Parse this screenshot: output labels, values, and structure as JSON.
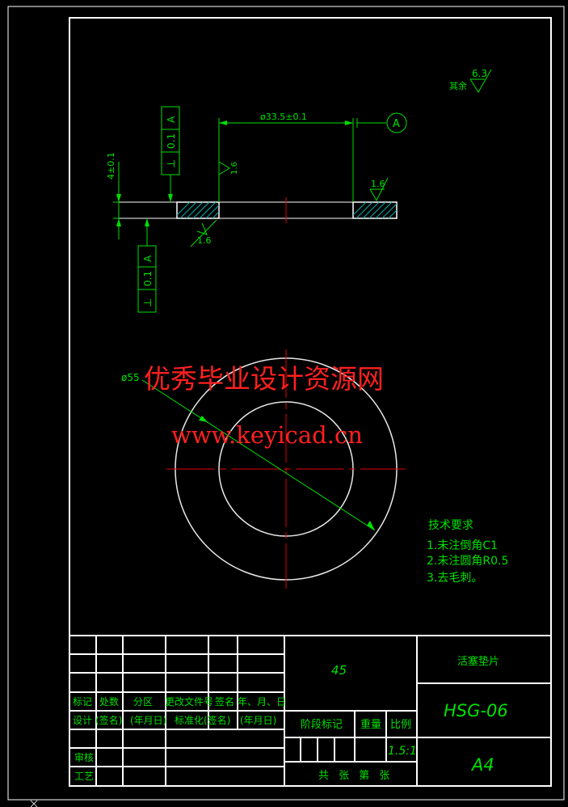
{
  "colors": {
    "background": "#000000",
    "frame": "#ffffff",
    "dimension": "#00e000",
    "centerline": "#e00000",
    "watermark": "#ff2020",
    "hatch": "#00b0b0",
    "title_text": "#00e000"
  },
  "drawing": {
    "roughness_other": {
      "label": "其余",
      "value": "6.3"
    },
    "section_view": {
      "dim_diameter": "ø33.5±0.1",
      "dim_thickness": "4±0.1",
      "datum_label": "A",
      "tolerance_top": {
        "symbol": "⊥",
        "value": "0.1",
        "datum": "A"
      },
      "tolerance_bottom": {
        "symbol": "⊥",
        "value": "0.1",
        "datum": "A"
      },
      "roughness_1": "1.6",
      "roughness_2": "1.6",
      "roughness_3": "1.6"
    },
    "plan_view": {
      "dim_outer": "ø55"
    },
    "tech_requirements": {
      "title": "技术要求",
      "items": [
        "1.未注倒角C1",
        "2.未注圆角R0.5",
        "3.去毛刺。"
      ]
    },
    "watermark": {
      "line1": "优秀毕业设计资源网",
      "line2": "www.keyicad.cn"
    }
  },
  "title_block": {
    "material": "45",
    "part_name": "活塞垫片",
    "drawing_number": "HSG-06",
    "sheet_size": "A4",
    "scale": "1.5:1",
    "row_labels": {
      "mark": "标记",
      "count": "处数",
      "zone": "分区",
      "change_doc": "更改文件号",
      "sign": "签名",
      "date": "年、月、日",
      "design": "设计",
      "sign2": "(签名)",
      "date2": "(年月日)",
      "standard": "标准化",
      "sign3": "(签名)",
      "date3": "(年月日)",
      "review": "审核",
      "process": "工艺"
    },
    "stage_mark": "阶段标记",
    "weight": "重量",
    "ratio": "比例",
    "sheet_info": "共 张 第 张"
  }
}
